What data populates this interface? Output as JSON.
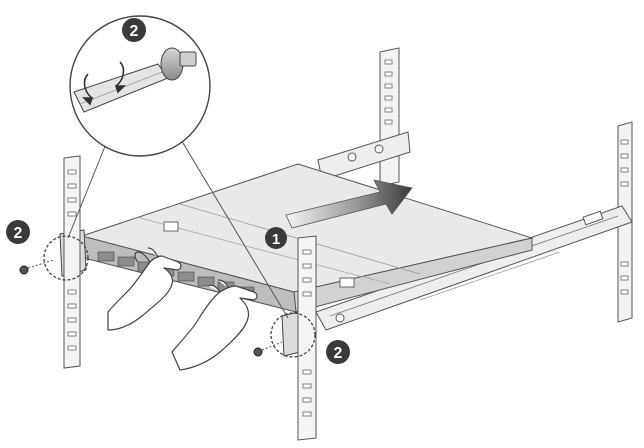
{
  "steps": {
    "zoom_callout": "2",
    "left_ear": "2",
    "slide_in": "1",
    "right_ear": "2"
  },
  "colors": {
    "badge_fill": "#3a3a3a",
    "badge_text": "#ffffff",
    "rail_fill": "#eeeeee",
    "chassis_top": "#e9e9e9",
    "chassis_front": "#b9b9b9",
    "line": "#555555",
    "arrow_light": "#f2f2f2",
    "arrow_dark": "#3d3d3d"
  },
  "icons": {
    "screw": "screw-icon",
    "rotate": "rotate-arrow-icon",
    "hand": "hand-icon",
    "push_arrow": "push-arrow-icon"
  }
}
